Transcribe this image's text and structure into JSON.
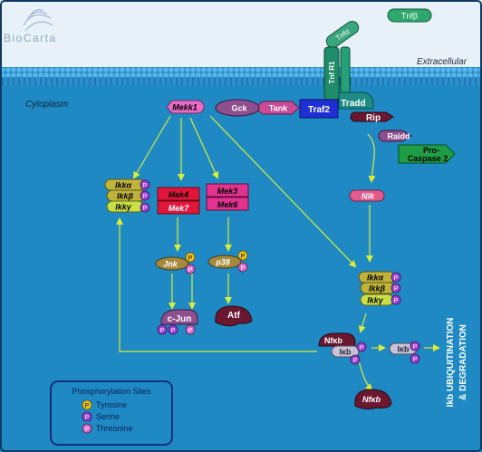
{
  "brand": {
    "name": "BioCarta"
  },
  "compartments": {
    "extracellular": "Extracellular",
    "cytoplasm": "Cytoplasm"
  },
  "nodes": {
    "tnfb": "Tnfβ",
    "tnfa": "Tnfα",
    "tnfr1": "Tnf R1",
    "tradd": "Tradd",
    "traf2": "Traf2",
    "tank": "Tank",
    "gck": "Gck",
    "mekk1": "Mekk1",
    "rip": "Rip",
    "raidd": "Raidd",
    "procasp_l1": "Pro-",
    "procasp_l2": "Caspase 2",
    "nik": "Nik",
    "mek4": "Mek4",
    "mek7": "Mek7",
    "mek3": "Mek3",
    "mek6": "Mek6",
    "ikka_l": "Ikkα",
    "ikkb_l": "Ikkβ",
    "ikkg_l": "Ikkγ",
    "ikka_r": "Ikkα",
    "ikkb_r": "Ikkβ",
    "ikkg_r": "Ikkγ",
    "jnk": "Jnk",
    "p38": "p38",
    "cjun": "c-Jun",
    "atf": "Atf",
    "nfkb_complex": "Nfκb",
    "ikb_complex": "Iκb",
    "ikb_free": "Iκb",
    "nfkb_free": "Nfκb"
  },
  "phospho_symbol": "P",
  "side_label": {
    "line1": "Ikb UBIQUITINATION",
    "line2": "& DEGRADATION"
  },
  "legend": {
    "title": "Phosphorylation Sites",
    "items": [
      {
        "label": "Tyrosine",
        "color": "#f2c419"
      },
      {
        "label": "Serine",
        "color": "#9c3fd6"
      },
      {
        "label": "Threonine",
        "color": "#d468c9"
      }
    ]
  },
  "colors": {
    "cytoplasm": "#1e89c2",
    "extracellular": "#e9f1f8",
    "arrow": "#d8ec3a",
    "mekk1": "#e96bc6",
    "mek_red": "#e3163a",
    "mek_magenta": "#e2338f",
    "ikk_gold": "#c0b33a",
    "ikk_green": "#c9df47",
    "kinase_purple": "#8e4f8f",
    "dark_red": "#6a1730",
    "tradd_teal": "#1e8c83",
    "traf2_blue": "#1e2fd3",
    "procasp_green": "#1f9d46",
    "nik_pink": "#e45a8d"
  }
}
